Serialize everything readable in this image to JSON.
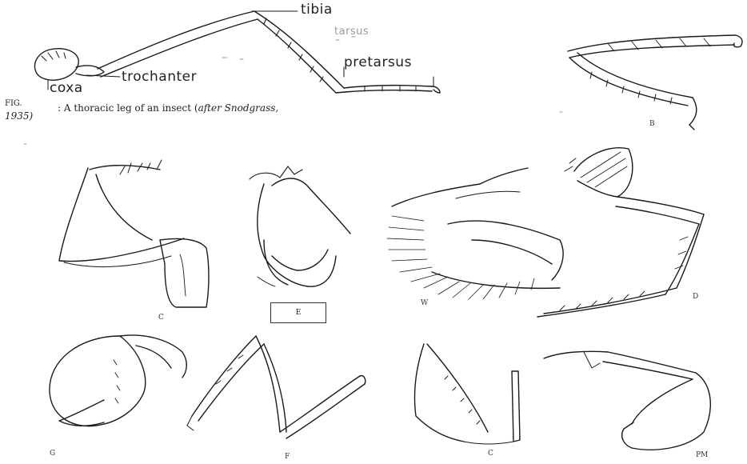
{
  "labels": {
    "tibia": "tibia",
    "tarsus": "tarsus",
    "pretarsus": "pretarsus",
    "coxa": "coxa",
    "trochanter": "trochanter"
  },
  "caption": {
    "fig": "FIG.",
    "year": "1935)",
    "text": ": A thoracic leg of an insect (",
    "after": "after Snodgrass,"
  },
  "panel_letters": [
    "B",
    "C",
    "E",
    "W",
    "D",
    "G",
    "F",
    "C",
    "PM"
  ],
  "colors": {
    "ink": "#1a1a1a",
    "paper": "#ffffff"
  }
}
